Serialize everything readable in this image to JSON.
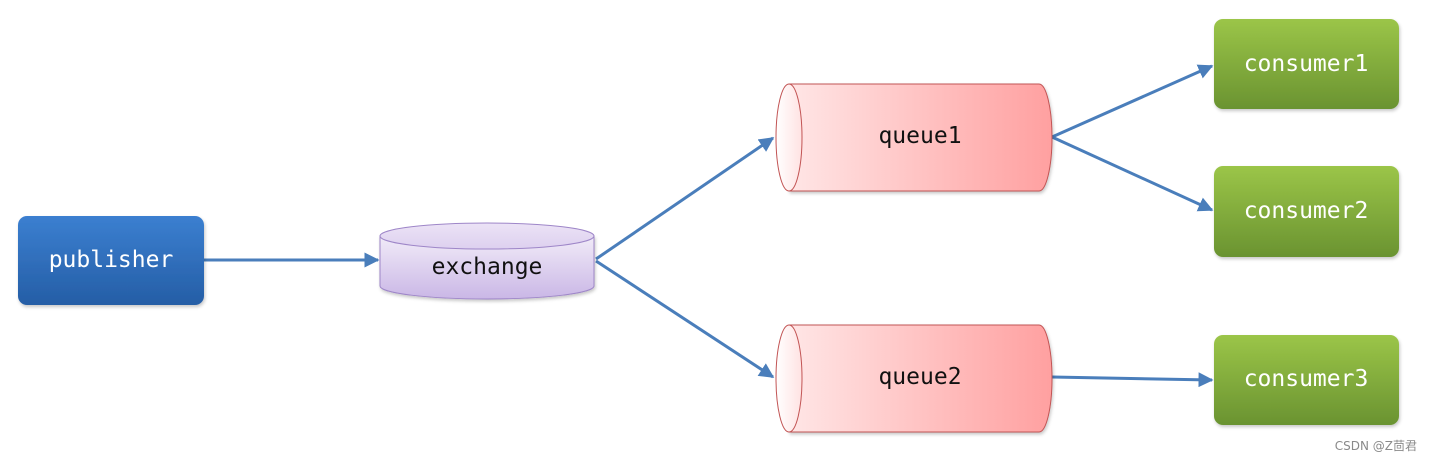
{
  "nodes": {
    "publisher": "publisher",
    "exchange": "exchange",
    "queue1": "queue1",
    "queue2": "queue2",
    "consumer1": "consumer1",
    "consumer2": "consumer2",
    "consumer3": "consumer3"
  },
  "watermark": "CSDN @Z茴君",
  "colors": {
    "publisher": "#2f6db8",
    "exchange": "#cbb8e6",
    "queue": "#ffa3a3",
    "consumer": "#77a33a",
    "arrow": "#4a7ebb"
  }
}
